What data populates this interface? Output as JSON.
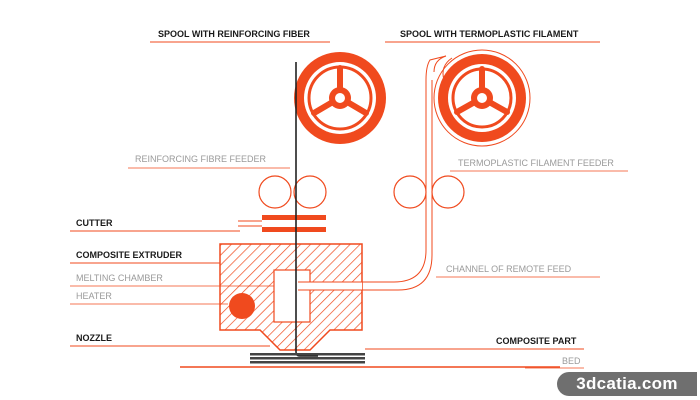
{
  "colors": {
    "accent": "#f04a1e",
    "dark_text": "#1a1a1a",
    "light_text": "#9a9a9a",
    "line": "#333333"
  },
  "labels": {
    "spool_fiber": "SPOOL WITH REINFORCING FIBER",
    "spool_filament": "SPOOL WITH TERMOPLASTIC FILAMENT",
    "fibre_feeder": "REINFORCING FIBRE FEEDER",
    "filament_feeder": "TERMOPLASTIC FILAMENT FEEDER",
    "cutter": "CUTTER",
    "composite_extruder": "COMPOSITE EXTRUDER",
    "melting_chamber": "MELTING CHAMBER",
    "heater": "HEATER",
    "channel_remote_feed": "CHANNEL OF REMOTE FEED",
    "nozzle": "NOZZLE",
    "composite_part": "COMPOSITE PART",
    "bed": "BED"
  },
  "watermark": "3dcatia.com"
}
